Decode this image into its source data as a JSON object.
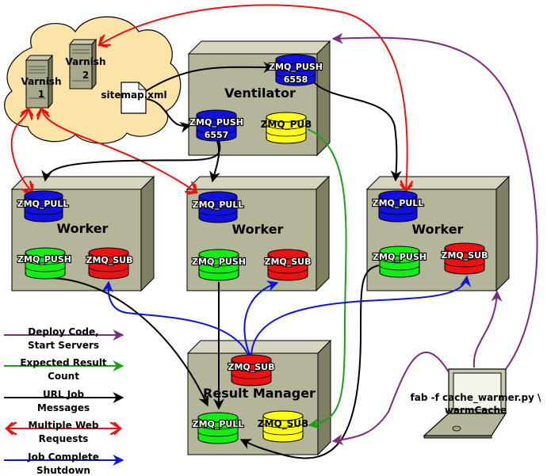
{
  "cloud": {
    "varnish1_line1": "Varnish",
    "varnish1_line2": "1",
    "varnish2_line1": "Varnish",
    "varnish2_line2": "2",
    "sitemap": "sitemap.xml"
  },
  "ventilator": {
    "title": "Ventilator",
    "push_6558_line1": "ZMQ_PUSH",
    "push_6558_line2": "6558",
    "push_6557_line1": "ZMQ_PUSH",
    "push_6557_line2": "6557",
    "pub": "ZMQ_PUB"
  },
  "workers": [
    {
      "title": "Worker",
      "pull": "ZMQ_PULL",
      "push": "ZMQ_PUSH",
      "sub": "ZMQ_SUB"
    },
    {
      "title": "Worker",
      "pull": "ZMQ_PULL",
      "push": "ZMQ_PUSH",
      "sub": "ZMQ_SUB"
    },
    {
      "title": "Worker",
      "pull": "ZMQ_PULL",
      "push": "ZMQ_PUSH",
      "sub": "ZMQ_SUB"
    }
  ],
  "result_manager": {
    "title": "Result Manager",
    "sub": "ZMQ_SUB",
    "pull": "ZMQ_PULL",
    "sub2": "ZMQ_SUB"
  },
  "laptop": {
    "command_line1": "fab -f cache_warmer.py \\",
    "command_line2": "warmCache"
  },
  "legend": [
    {
      "line1": "Deploy Code,",
      "line2": "Start Servers",
      "color": "#7b2c7f"
    },
    {
      "line1": "Expected Result",
      "line2": "Count",
      "color": "#1aa01a"
    },
    {
      "line1": "URL Job",
      "line2": "Messages",
      "color": "#000000"
    },
    {
      "line1": "Multiple Web",
      "line2": "Requests",
      "color": "#ee1111"
    },
    {
      "line1": "Job Complete",
      "line2": "Shutdown",
      "color": "#0a14dd"
    }
  ],
  "colors": {
    "box_front": "#b5b59a",
    "box_top": "#d5d5c0",
    "box_side": "#7f7f62",
    "cloud_fill": "#fce3a8",
    "pull_blue": "#1010e0",
    "push_green": "#11ee11",
    "sub_red": "#ee1111",
    "pub_yellow": "#ffff11"
  }
}
